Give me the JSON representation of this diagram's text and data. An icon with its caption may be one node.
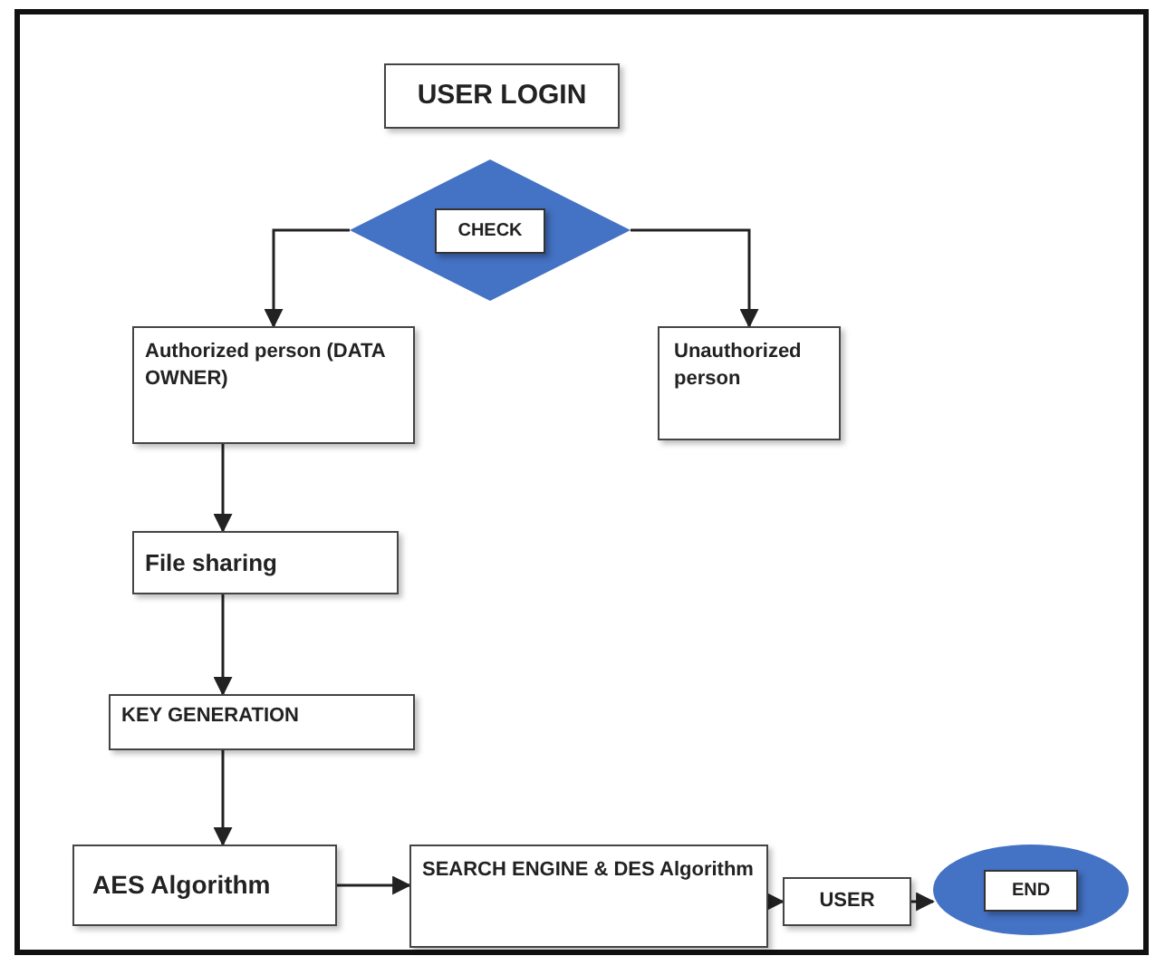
{
  "diagram": {
    "nodes": [
      {
        "text": [
          "USER LOGIN"
        ]
      },
      {
        "text": [
          "CHECK"
        ]
      },
      {
        "text": [
          "Authorized person (DATA OWNER)"
        ]
      },
      {
        "text": [
          "Unauthorized person"
        ]
      },
      {
        "text": [
          "File sharing"
        ]
      },
      {
        "text": [
          "KEY GENERATION"
        ]
      },
      {
        "text": [
          "AES Algorithm"
        ]
      },
      {
        "text": [
          "SEARCH ENGINE & DES Algorithm"
        ]
      },
      {
        "text": [
          "USER"
        ]
      },
      {
        "text": [
          "END"
        ]
      }
    ],
    "edges": [
      {
        "from": 1,
        "to": 2,
        "arrow": "to"
      },
      {
        "from": 1,
        "to": 3,
        "arrow": "to"
      },
      {
        "from": 2,
        "to": 4,
        "arrow": "to"
      },
      {
        "from": 4,
        "to": 5,
        "arrow": "to"
      },
      {
        "from": 5,
        "to": 6,
        "arrow": "to"
      },
      {
        "from": 6,
        "to": 7,
        "arrow": "to"
      },
      {
        "from": 7,
        "to": 8,
        "arrow": "to"
      },
      {
        "from": 8,
        "to": 9,
        "arrow": "to"
      }
    ]
  }
}
